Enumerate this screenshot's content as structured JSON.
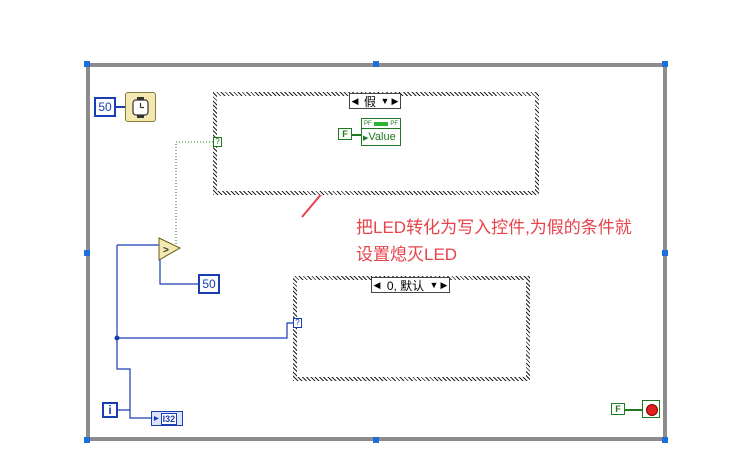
{
  "wait_ms_constant": "50",
  "compare_constant": "50",
  "compare_symbol": ">",
  "case_top": {
    "selector_label": "假",
    "property_label": "Value",
    "false_constant": "F",
    "tunnel_label": "?",
    "prop_tag": "PF"
  },
  "case_bottom": {
    "selector_label": "0, 默认",
    "tunnel_label": "?"
  },
  "iteration_terminal": "i",
  "i32_indicator": "I32",
  "stop_constant": "F",
  "annotation": {
    "line1": "把LED转化为写入控件,为假的条件就",
    "line2": "设置熄灭LED"
  },
  "colors": {
    "accent_red": "#e8424a",
    "wire_blue": "#1a3db3",
    "wire_green": "#1e7a1e",
    "loop_gray": "#8c8c8c"
  }
}
